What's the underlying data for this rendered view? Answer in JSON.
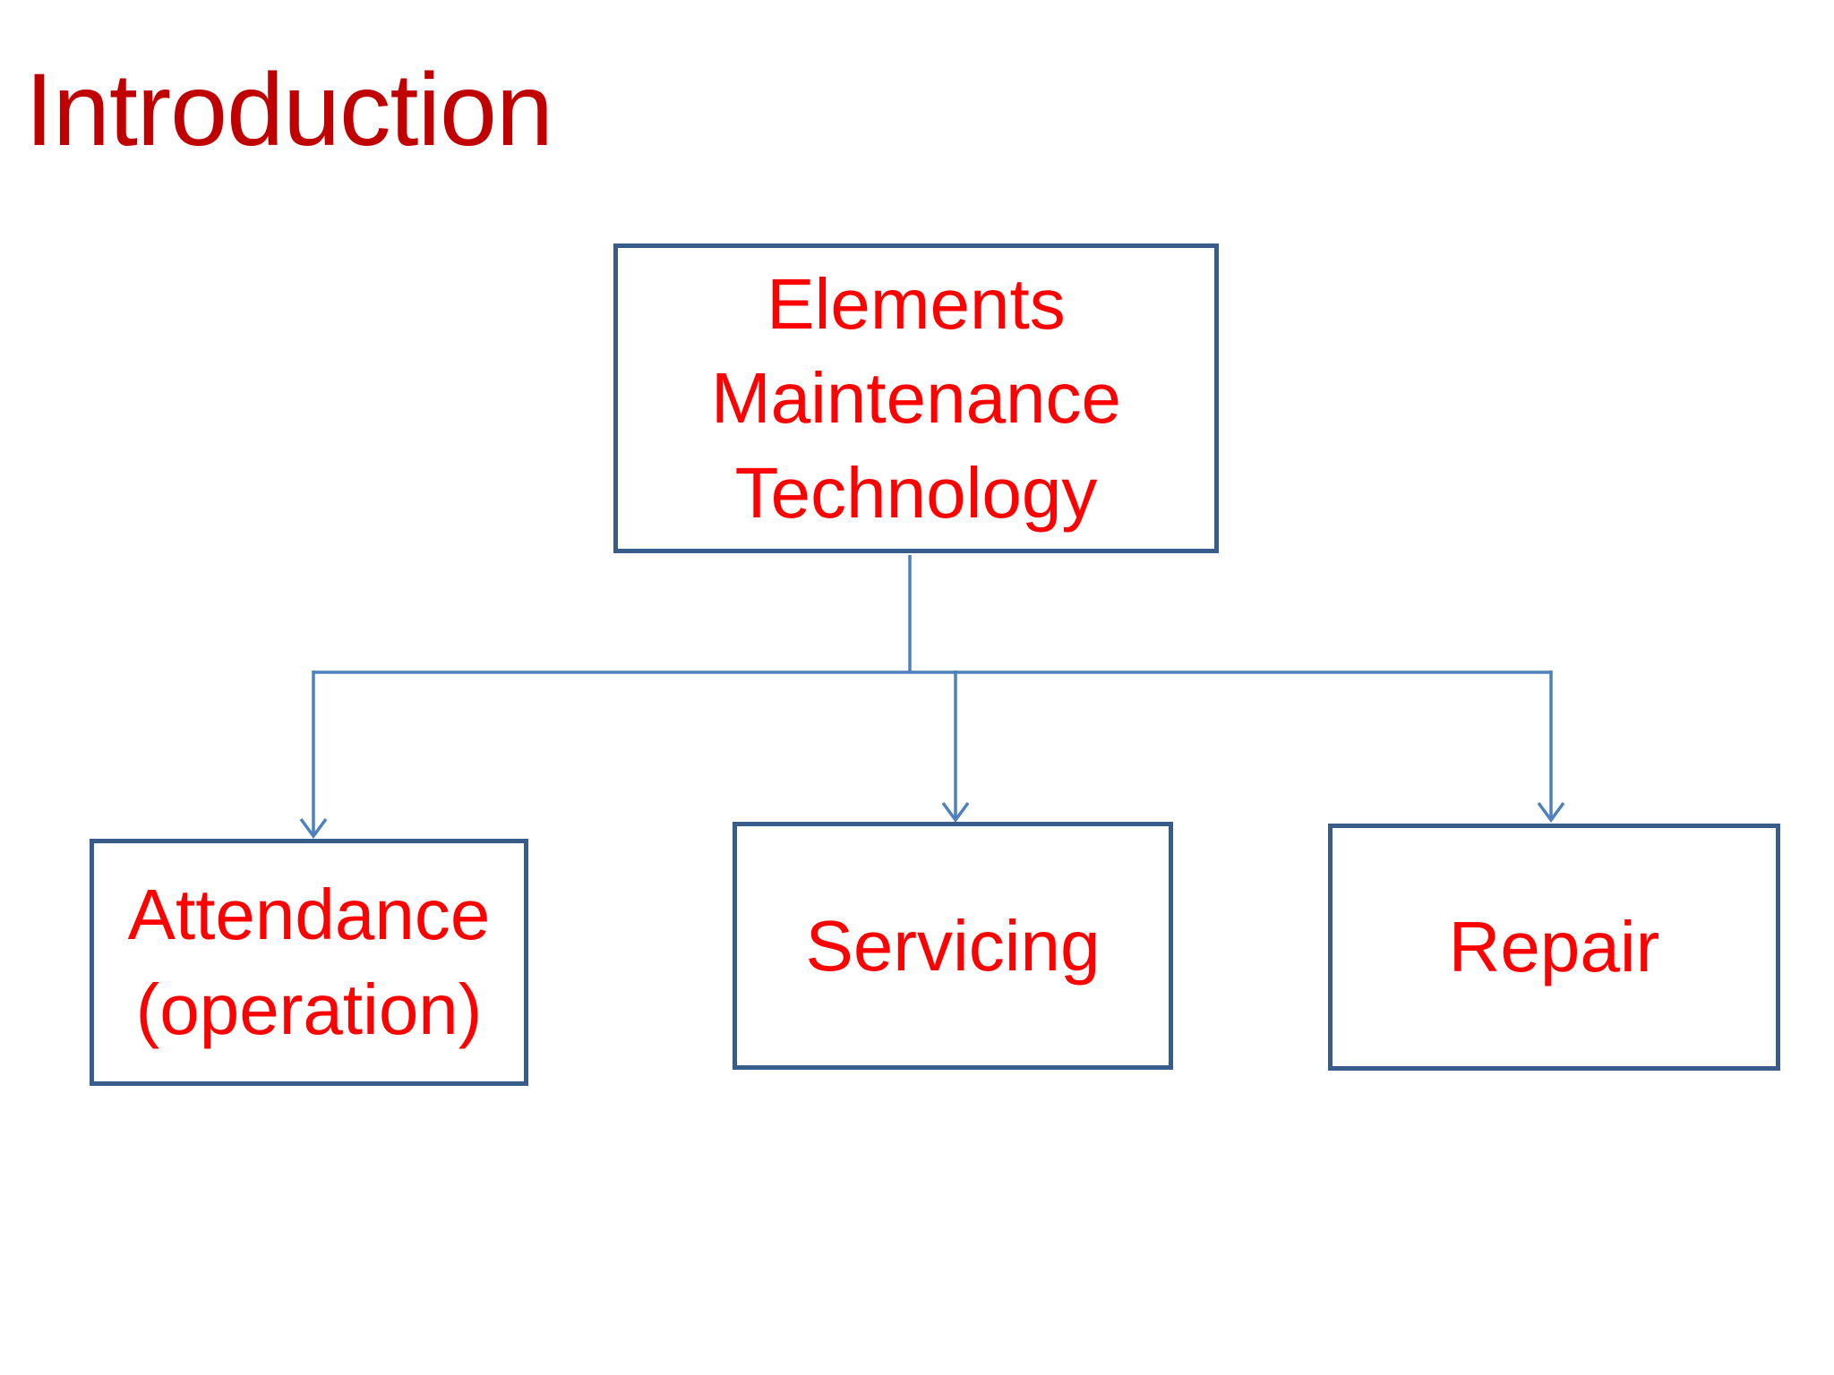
{
  "slide": {
    "title": "Introduction"
  },
  "diagram": {
    "root": {
      "lines": [
        "Elements",
        "Maintenance",
        "Technology"
      ]
    },
    "children": [
      {
        "lines": [
          "Attendance",
          "(operation)"
        ]
      },
      {
        "lines": [
          "Servicing"
        ]
      },
      {
        "lines": [
          "Repair"
        ]
      }
    ]
  },
  "colors": {
    "background": "#FFFFFF",
    "title_text": "#C00000",
    "node_text": "#FF0000",
    "node_border": "#385D8A",
    "connector_line": "#4F81BD"
  }
}
